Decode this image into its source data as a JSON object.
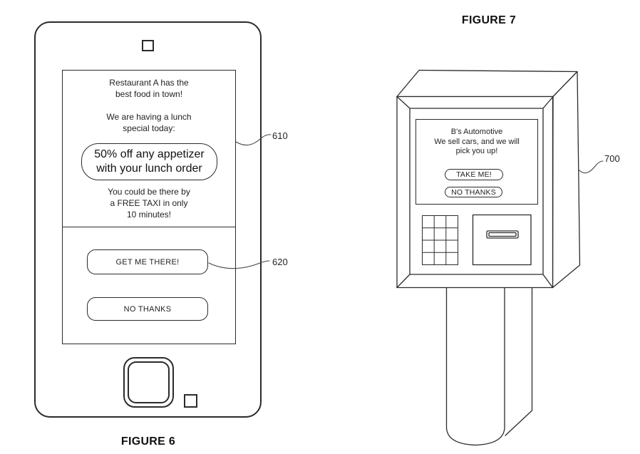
{
  "figure6": {
    "caption": "FIGURE 6",
    "callouts": {
      "screen_ref": "610",
      "button_ref": "620"
    },
    "screen": {
      "intro_line1": "Restaurant A has the",
      "intro_line2": "best food in town!",
      "promo_line1": "We are having a lunch",
      "promo_line2": "special today:",
      "offer_line1": "50% off any appetizer",
      "offer_line2": "with your lunch order",
      "taxi_line1": "You could be there by",
      "taxi_line2": "a FREE TAXI in only",
      "taxi_line3": "10 minutes!",
      "accept_button": "GET ME THERE!",
      "decline_button": "NO THANKS"
    }
  },
  "figure7": {
    "caption": "FIGURE 7",
    "callouts": {
      "kiosk_ref": "700"
    },
    "screen": {
      "line1": "B's Automotive",
      "line2": "We sell cars, and we will",
      "line3": "pick you up!",
      "accept_button": "TAKE ME!",
      "decline_button": "NO THANKS"
    }
  },
  "colors": {
    "ink": "#2b2b2b",
    "background": "#ffffff"
  }
}
